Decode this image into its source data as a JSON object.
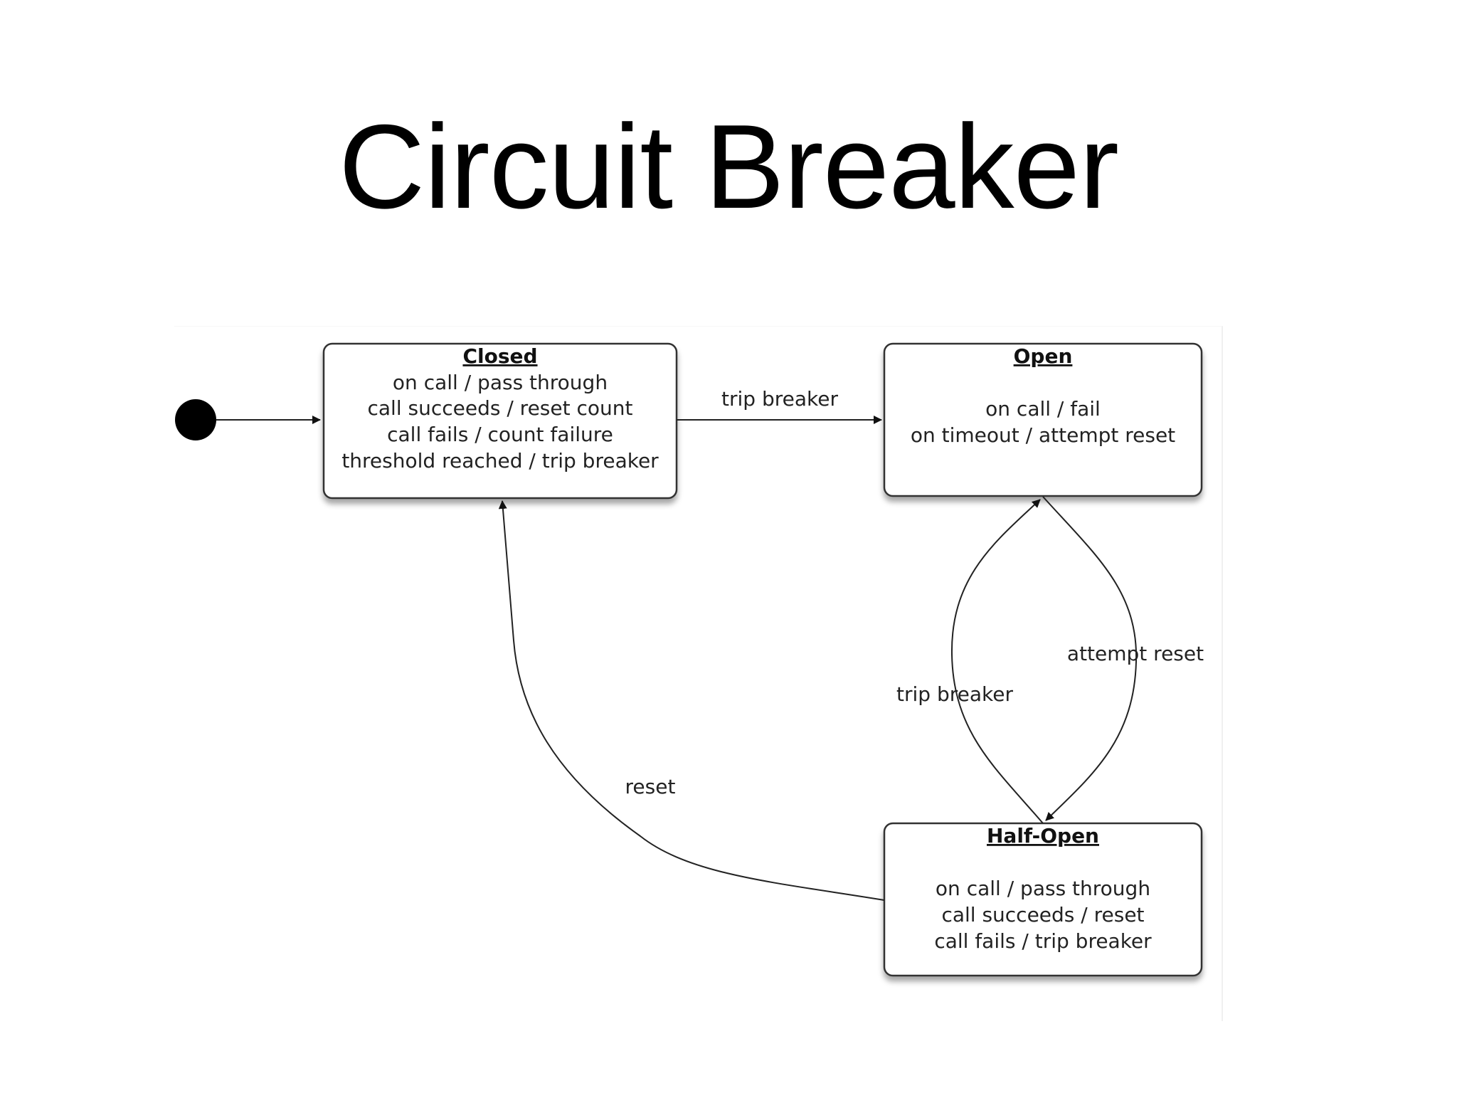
{
  "title": "Circuit Breaker",
  "states": {
    "closed": {
      "name": "Closed",
      "lines": [
        "on call / pass through",
        "call succeeds / reset count",
        "call fails / count failure",
        "threshold reached / trip breaker"
      ]
    },
    "open": {
      "name": "Open",
      "lines": [
        "on call / fail",
        "on timeout / attempt reset"
      ]
    },
    "half_open": {
      "name": "Half-Open",
      "lines": [
        "on call / pass through",
        "call succeeds / reset",
        "call fails / trip breaker"
      ]
    }
  },
  "transitions": {
    "closed_to_open": "trip breaker",
    "open_to_half_open": "attempt reset",
    "half_open_to_open": "trip breaker",
    "half_open_to_closed": "reset"
  }
}
